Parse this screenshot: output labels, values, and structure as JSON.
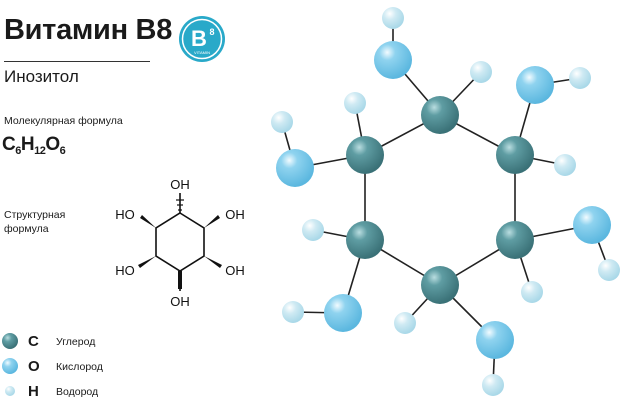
{
  "header": {
    "title": "Витамин В8",
    "subtitle": "Инозитол",
    "badge_letter": "B",
    "badge_number": "8",
    "badge_small": "VITAMIN"
  },
  "formula_section": {
    "label": "Молекулярная формула",
    "parts": [
      "C",
      "6",
      "H",
      "12",
      "O",
      "6"
    ]
  },
  "structure_section": {
    "label_line1": "Структурная",
    "label_line2": "формула",
    "group_label": "OH",
    "group_label_left": "HO"
  },
  "legend": [
    {
      "symbol": "C",
      "name": "Углерод"
    },
    {
      "symbol": "O",
      "name": "Кислород"
    },
    {
      "symbol": "H",
      "name": "Водород"
    }
  ],
  "colors": {
    "carbon": "#4d8a90",
    "oxygen": "#79c6e8",
    "hydrogen": "#bfe3f0",
    "badge": "#29a9c9",
    "bond": "#222222"
  }
}
